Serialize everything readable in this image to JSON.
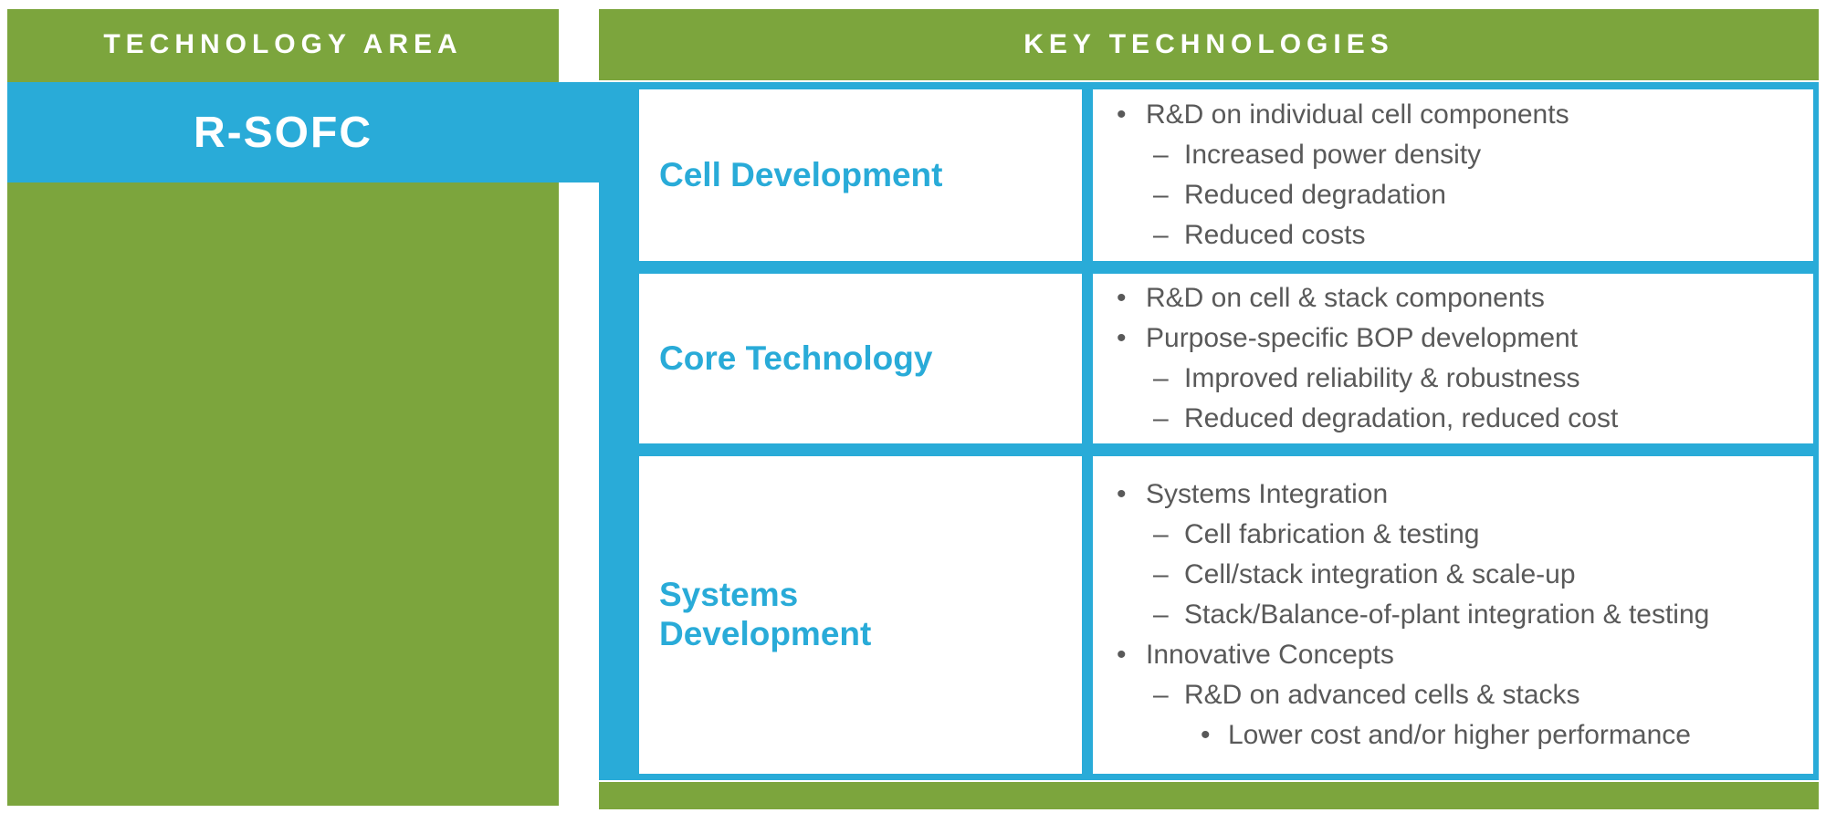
{
  "palette": {
    "green": "#7CA53D",
    "cyan": "#29ABD8",
    "text_gray": "#595959"
  },
  "headers": {
    "technology_area": "TECHNOLOGY AREA",
    "key_technologies": "KEY TECHNOLOGIES"
  },
  "technology_area": {
    "label": "R-SOFC"
  },
  "markers": {
    "1": "•",
    "2": "–",
    "3": "•"
  },
  "rows": [
    {
      "label": "Cell Development",
      "items": [
        {
          "level": 1,
          "text": "R&D on individual cell components"
        },
        {
          "level": 2,
          "text": "Increased power density"
        },
        {
          "level": 2,
          "text": "Reduced degradation"
        },
        {
          "level": 2,
          "text": "Reduced costs"
        }
      ]
    },
    {
      "label": "Core Technology",
      "items": [
        {
          "level": 1,
          "text": "R&D on cell & stack components"
        },
        {
          "level": 1,
          "text": "Purpose-specific BOP development"
        },
        {
          "level": 2,
          "text": "Improved reliability & robustness"
        },
        {
          "level": 2,
          "text": "Reduced degradation, reduced cost"
        }
      ]
    },
    {
      "label": "Systems Development",
      "items": [
        {
          "level": 1,
          "text": "Systems Integration"
        },
        {
          "level": 2,
          "text": "Cell fabrication & testing"
        },
        {
          "level": 2,
          "text": "Cell/stack integration & scale-up"
        },
        {
          "level": 2,
          "text": "Stack/Balance-of-plant integration & testing"
        },
        {
          "level": 1,
          "text": "Innovative Concepts"
        },
        {
          "level": 2,
          "text": "R&D on advanced cells & stacks"
        },
        {
          "level": 3,
          "text": "Lower cost and/or higher performance"
        }
      ]
    }
  ]
}
